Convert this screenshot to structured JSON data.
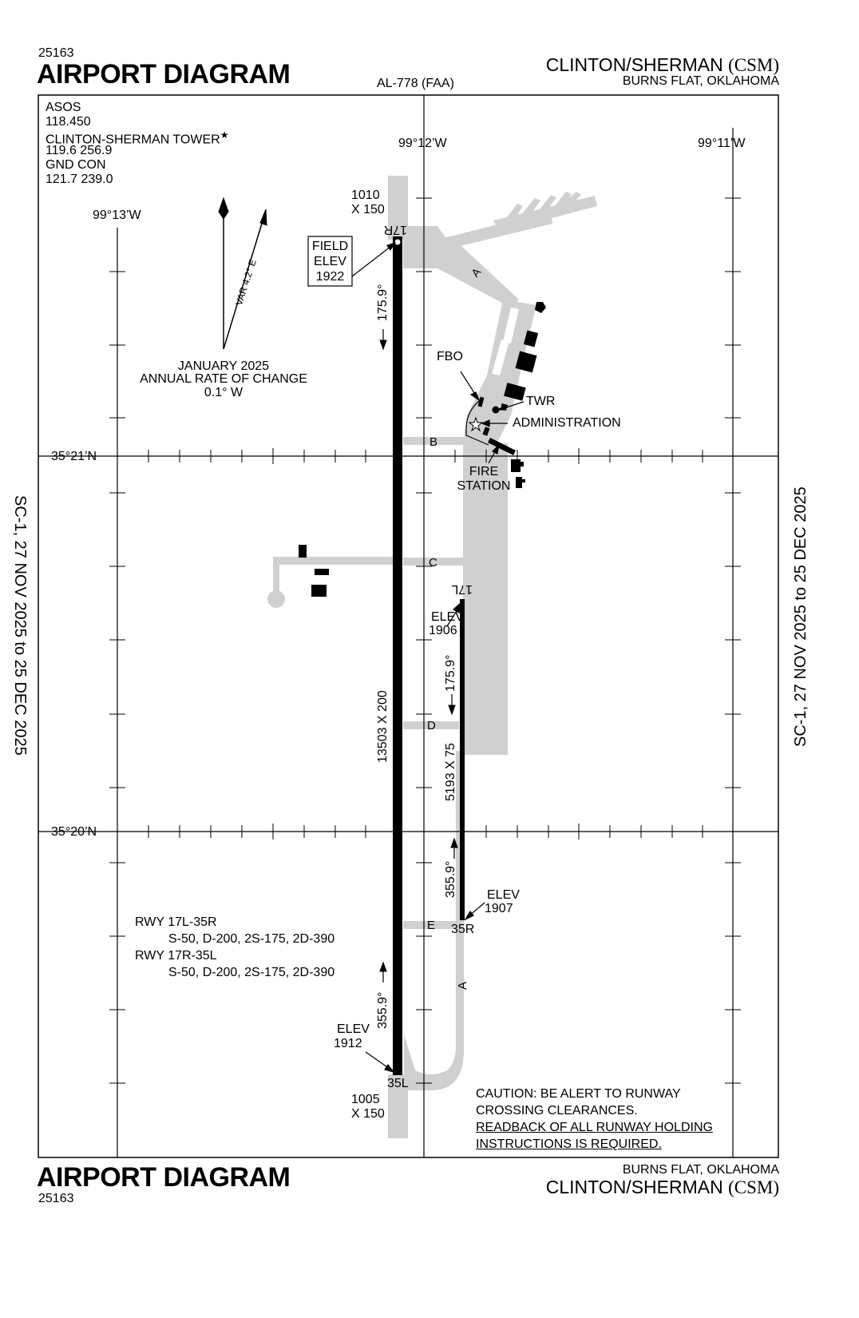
{
  "header": {
    "procedure_number": "25163",
    "title": "AIRPORT DIAGRAM",
    "chart_id": "AL-778 (FAA)",
    "airport_name": "CLINTON/SHERMAN",
    "airport_code": "(CSM)",
    "city_state": "BURNS FLAT, OKLAHOMA"
  },
  "footer": {
    "procedure_number": "25163",
    "title": "AIRPORT DIAGRAM",
    "airport_name": "CLINTON/SHERMAN",
    "airport_code": "(CSM)",
    "city_state": "BURNS FLAT, OKLAHOMA"
  },
  "margins": {
    "left_text": "SC-1, 27 NOV 2025 to 25 DEC 2025",
    "right_text": "SC-1, 27 NOV 2025 to 25 DEC 2025"
  },
  "frequencies": {
    "asos_label": "ASOS",
    "asos_freq": "118.450",
    "tower_label": "CLINTON-SHERMAN TOWER",
    "tower_freqs": "119.6  256.9",
    "gnd_label": "GND CON",
    "gnd_freqs": "121.7  239.0"
  },
  "grid": {
    "lon_labels": [
      "99°13’W",
      "99°12’W",
      "99°11’W"
    ],
    "lat_labels": [
      "35°21’N",
      "35°20’N"
    ]
  },
  "magvar": {
    "var_label": "VAR 4.2° E",
    "date": "JANUARY 2025",
    "rate_label": "ANNUAL RATE OF CHANGE",
    "rate": "0.1° W"
  },
  "field_elev": {
    "line1": "FIELD",
    "line2": "ELEV",
    "value": "1922"
  },
  "runways": {
    "r17r": {
      "designator": "17R",
      "overrun": [
        "1010",
        "X 150"
      ],
      "heading": "175.9°"
    },
    "r35l": {
      "designator": "35L",
      "overrun": [
        "1005",
        "X 150"
      ],
      "heading": "355.9°",
      "elev": [
        "ELEV",
        "1912"
      ]
    },
    "main_dims": "13503 X 200",
    "r17l": {
      "designator": "17L",
      "elev": [
        "ELEV",
        "1906"
      ],
      "heading": "175.9°"
    },
    "r35r": {
      "designator": "35R",
      "elev": [
        "ELEV",
        "1907"
      ],
      "heading": "355.9°"
    },
    "second_dims": "5193 X 75"
  },
  "taxiways": [
    "A",
    "B",
    "C",
    "D",
    "E",
    "A"
  ],
  "facilities": {
    "fbo": "FBO",
    "twr": "TWR",
    "admin": "ADMINISTRATION",
    "fire_1": "FIRE",
    "fire_2": "STATION"
  },
  "strength": {
    "rwy1_label": "RWY 17L-35R",
    "rwy1_values": "S-50, D-200, 2S-175, 2D-390",
    "rwy2_label": "RWY 17R-35L",
    "rwy2_values": "S-50, D-200, 2S-175, 2D-390"
  },
  "caution": {
    "line1": "CAUTION:  BE ALERT TO RUNWAY",
    "line2": "CROSSING CLEARANCES.",
    "line3": "READBACK OF ALL RUNWAY HOLDING",
    "line4": "INSTRUCTIONS IS REQUIRED."
  },
  "colors": {
    "ink": "#000000",
    "pavement": "#d0d0d0",
    "background": "#ffffff"
  }
}
